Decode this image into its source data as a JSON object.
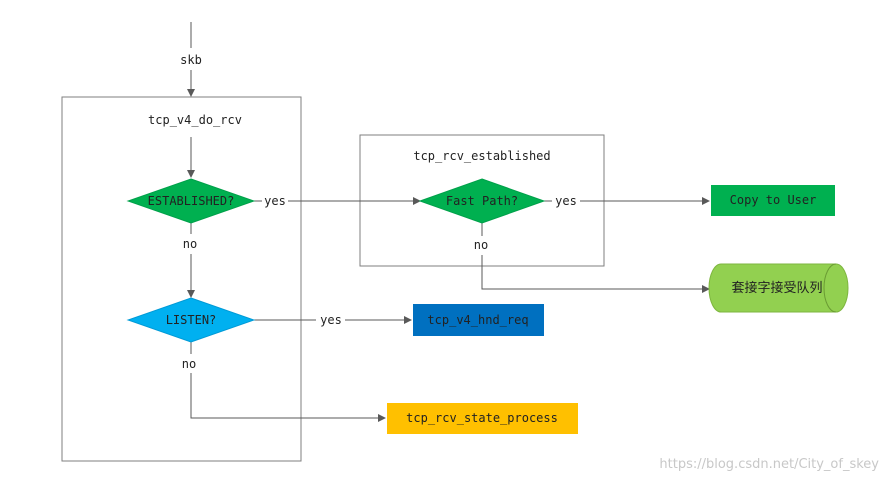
{
  "entry_label": "skb",
  "main_box_title": "tcp_v4_do_rcv",
  "established_decision": "ESTABLISHED?",
  "listen_decision": "LISTEN?",
  "established_yes": "yes",
  "established_no": "no",
  "listen_yes": "yes",
  "listen_no": "no",
  "rcv_box_title": "tcp_rcv_established",
  "fastpath_decision": "Fast Path?",
  "fastpath_yes": "yes",
  "fastpath_no": "no",
  "copy_to_user": "Copy to User",
  "socket_queue": "套接字接受队列",
  "hnd_req": "tcp_v4_hnd_req",
  "state_process": "tcp_rcv_state_process",
  "watermark": "https://blog.csdn.net/City_of_skey",
  "colors": {
    "green": "#00b050",
    "blue_diamond": "#00b0f0",
    "dark_blue": "#0070c0",
    "orange": "#ffc000",
    "light_green": "#92d050",
    "line": "#595959",
    "box_border": "#7f7f7f"
  }
}
